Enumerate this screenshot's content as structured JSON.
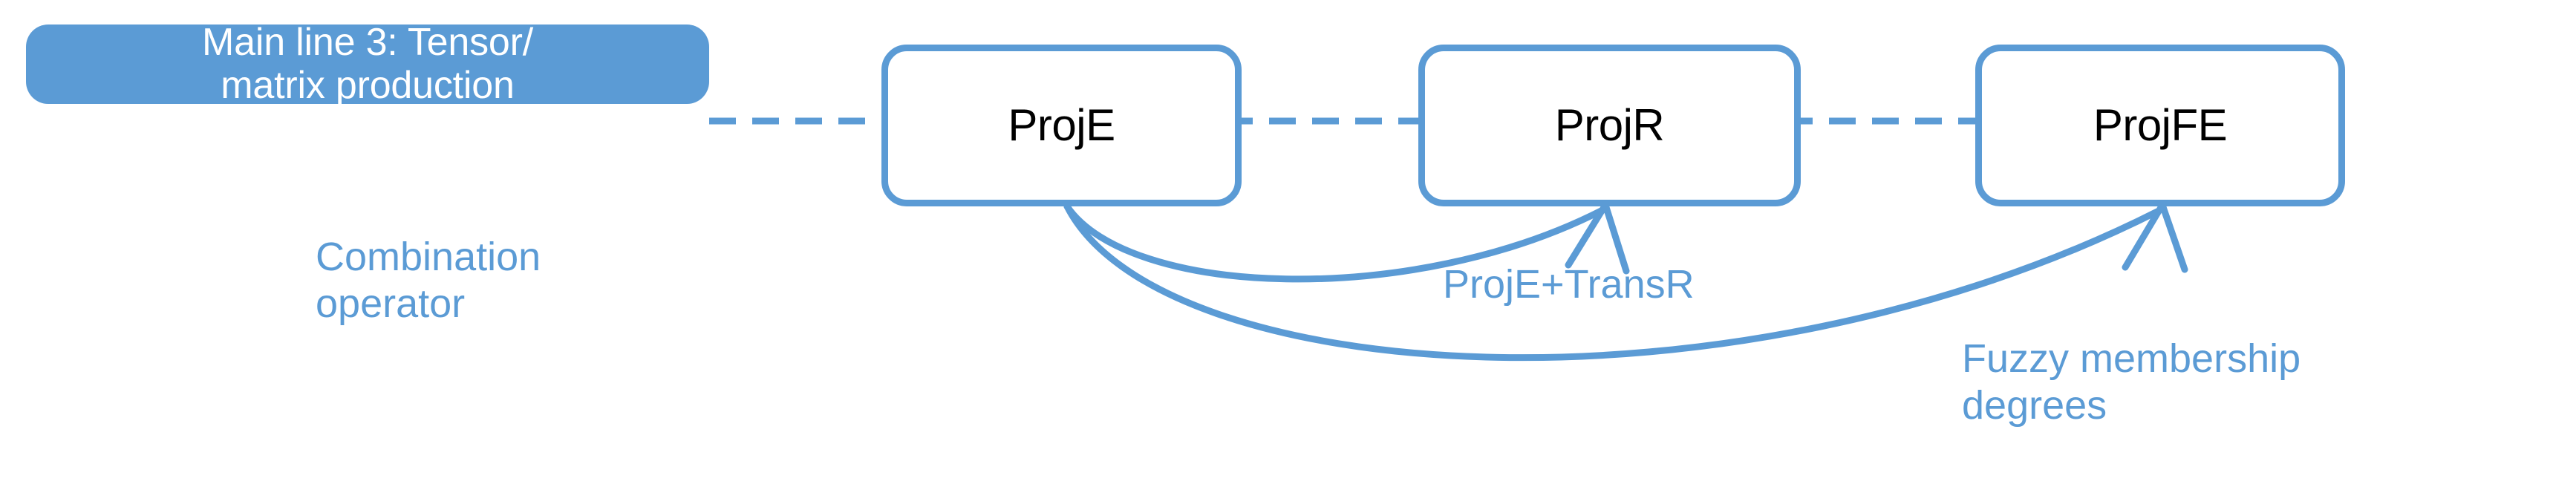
{
  "diagram": {
    "title_box": {
      "label": "Main line 3: Tensor/\nmatrix production",
      "fill_color": "#5B9BD5",
      "text_color": "#FFFFFF"
    },
    "nodes": [
      {
        "id": "proje",
        "label": "ProjE",
        "border_color": "#5B9BD5",
        "text_color": "#000000"
      },
      {
        "id": "projr",
        "label": "ProjR",
        "border_color": "#5B9BD5",
        "text_color": "#000000"
      },
      {
        "id": "projfe",
        "label": "ProjFE",
        "border_color": "#5B9BD5",
        "text_color": "#000000"
      }
    ],
    "annotations": [
      {
        "id": "combination",
        "label": "Combination\noperator",
        "color": "#5B9BD5"
      },
      {
        "id": "projetransr",
        "label": "ProjE+TransR",
        "color": "#5B9BD5"
      },
      {
        "id": "fuzzy",
        "label": "Fuzzy   membership\ndegrees",
        "color": "#5B9BD5"
      }
    ],
    "connectors": {
      "timeline_style": "dashed",
      "timeline_color": "#5B9BD5",
      "arrow_color": "#5B9BD5",
      "arrows": [
        {
          "from": "proje",
          "to": "projr",
          "label_ref": "projetransr"
        },
        {
          "from": "proje",
          "to": "projfe",
          "label_ref": "fuzzy"
        }
      ]
    }
  }
}
